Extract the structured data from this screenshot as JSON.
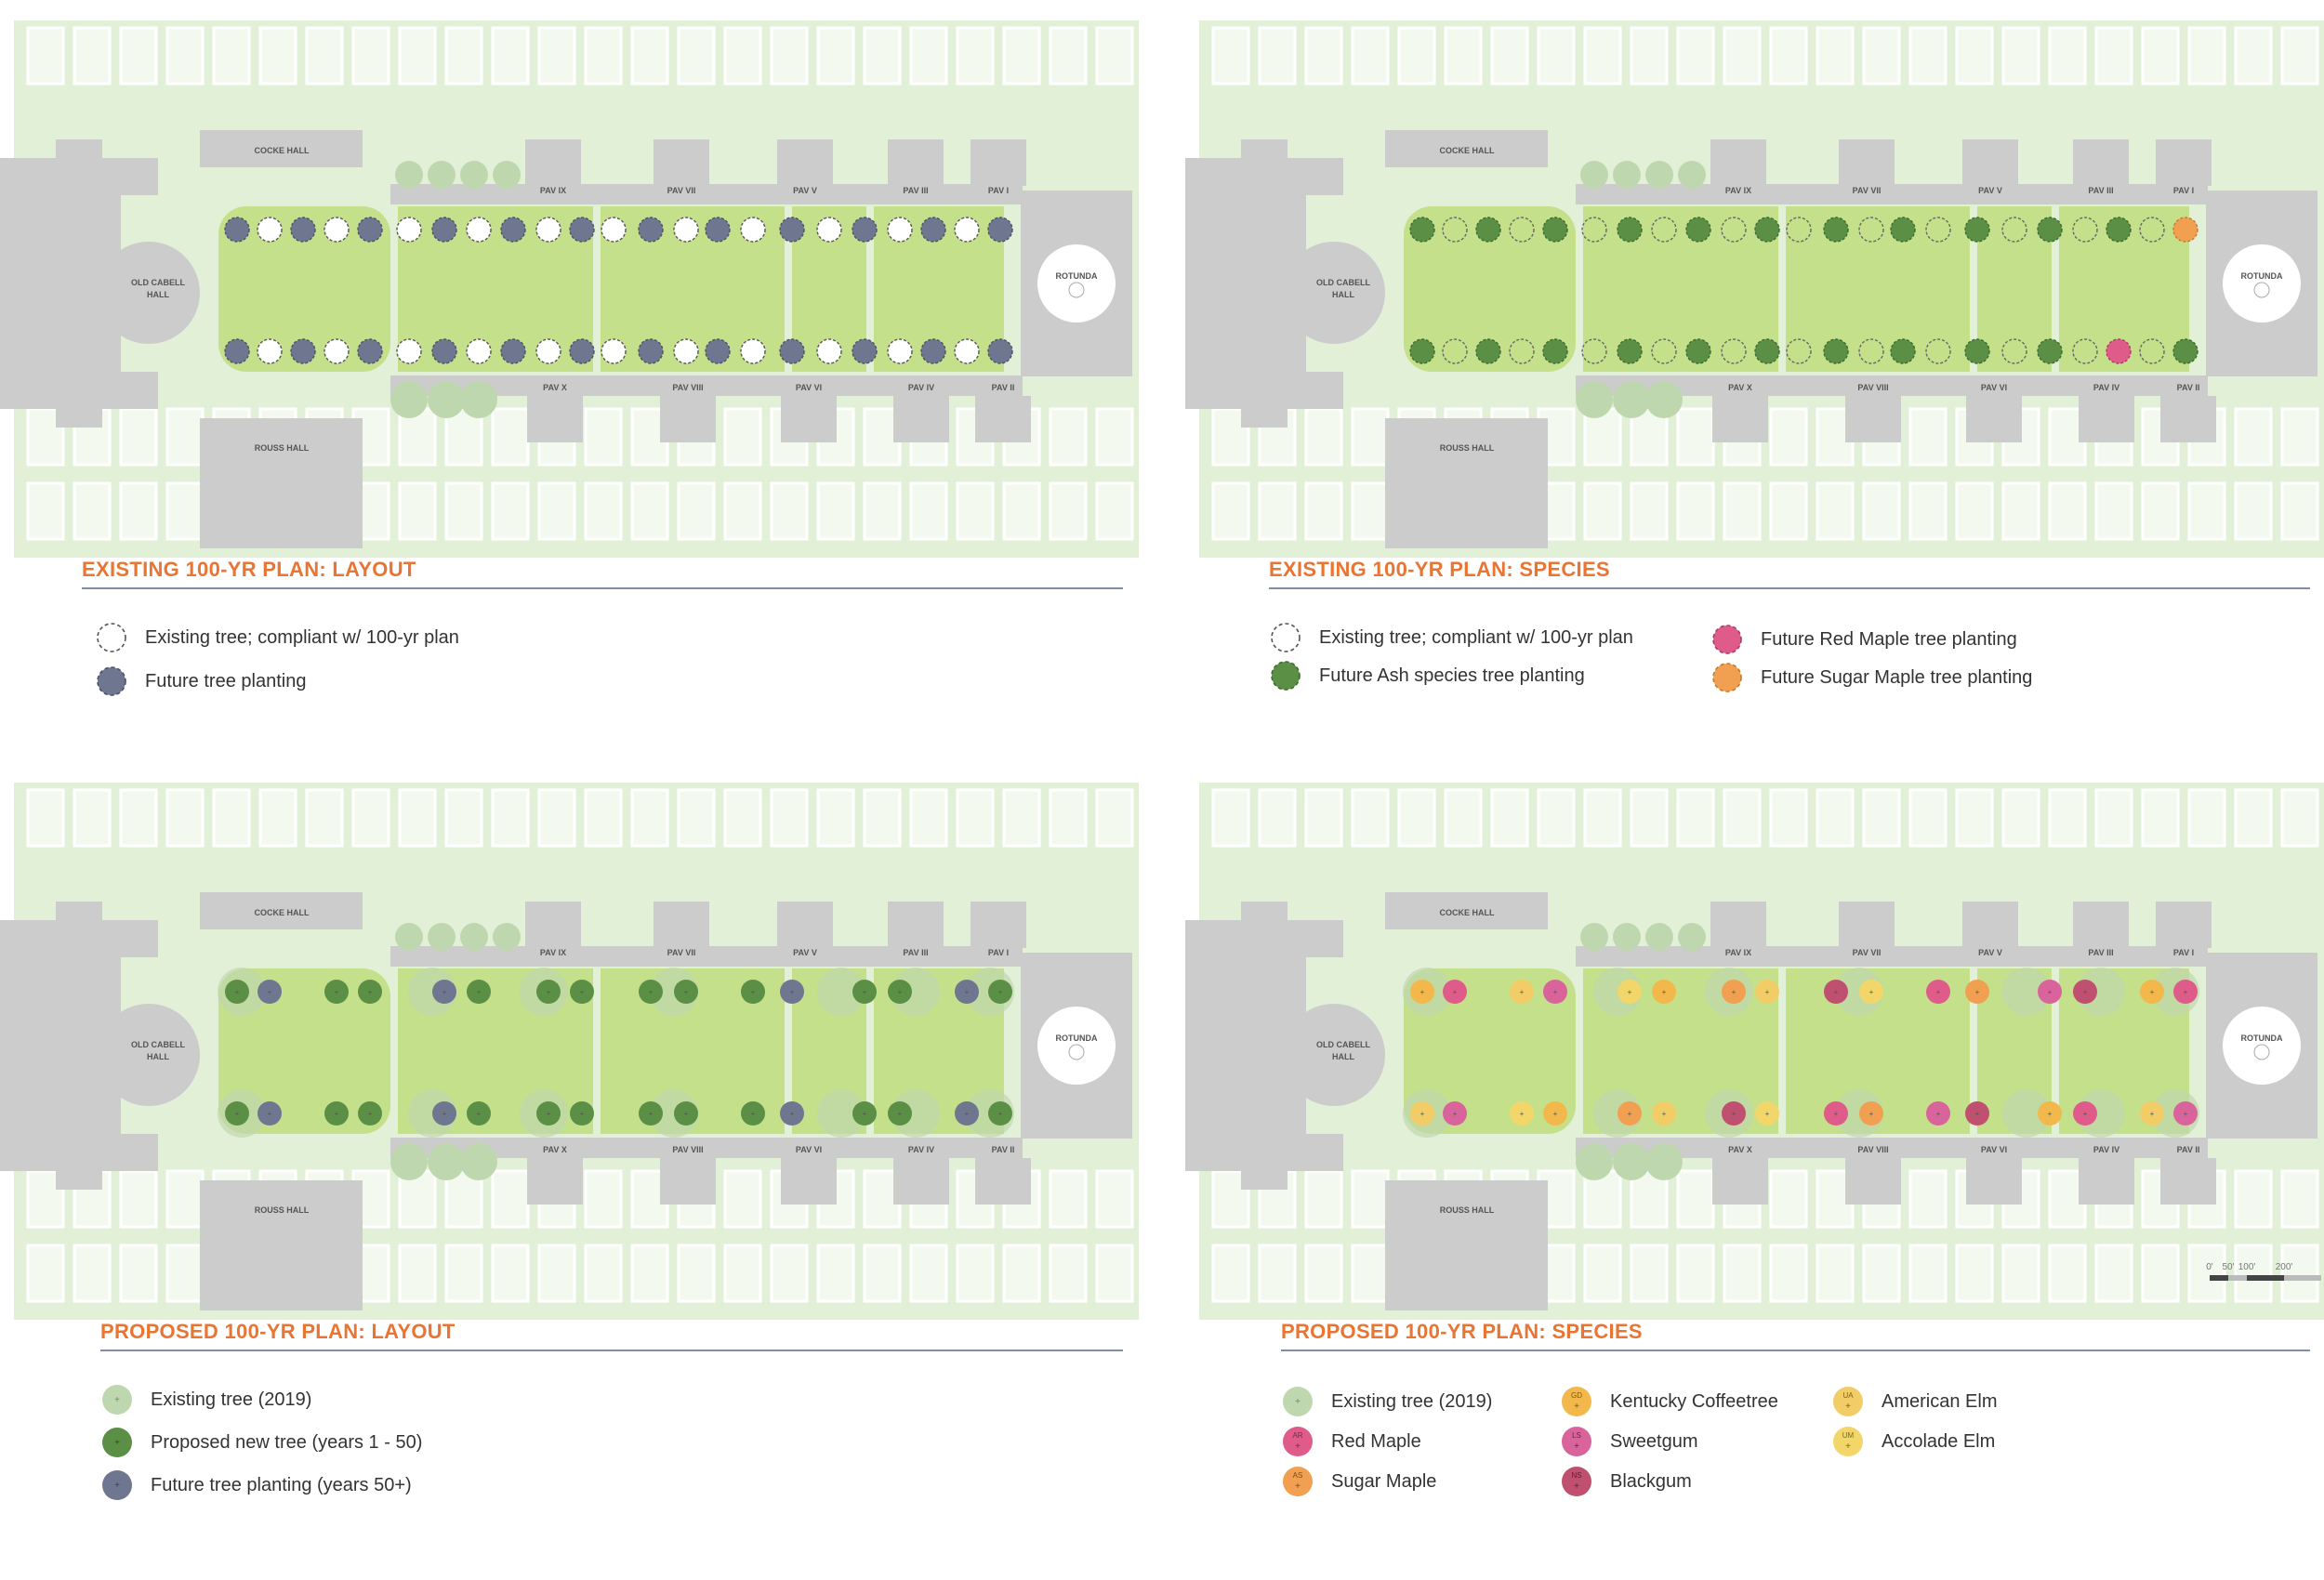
{
  "colors": {
    "background": "#ffffff",
    "campus_green": "#e3f0d8",
    "lawn": "#c5e08a",
    "building": "#cccccc",
    "existing_tree": "#bfd7ae",
    "dark_green": "#5b8f46",
    "slate": "#6f7690",
    "red_maple": "#df5b8a",
    "sugar_maple": "#f0a050",
    "coffeetree": "#f2b84c",
    "sweetgum": "#d9639b",
    "blackgum": "#c0506f",
    "american_elm": "#f2cc66",
    "accolade_elm": "#f2d66a",
    "title_orange": "#ea7432",
    "rule": "#7f8ea6"
  },
  "buildings": {
    "cocke": "COCKE HALL",
    "rouss": "ROUSS HALL",
    "old_cabell_1": "OLD CABELL",
    "old_cabell_2": "HALL",
    "rotunda": "ROTUNDA",
    "north_pavilions": [
      "PAV IX",
      "PAV VII",
      "PAV V",
      "PAV III",
      "PAV I"
    ],
    "south_pavilions": [
      "PAV X",
      "PAV VIII",
      "PAV VI",
      "PAV IV",
      "PAV II"
    ]
  },
  "panels": [
    {
      "title": "EXISTING 100-YR PLAN: LAYOUT",
      "legend": [
        {
          "swatch": "dashed-outline",
          "label": "Existing tree; compliant w/ 100-yr plan"
        },
        {
          "swatch": "slate-tree",
          "label": "Future tree planting"
        }
      ]
    },
    {
      "title": "EXISTING 100-YR PLAN: SPECIES",
      "legend": [
        {
          "swatch": "dashed-outline",
          "label": "Existing tree; compliant w/ 100-yr plan"
        },
        {
          "swatch": "green-tree",
          "label": "Future Ash species tree planting"
        },
        {
          "swatch": "red-tree",
          "label": "Future Red Maple tree planting"
        },
        {
          "swatch": "orange-tree",
          "label": "Future Sugar Maple tree planting"
        }
      ]
    },
    {
      "title": "PROPOSED 100-YR PLAN: LAYOUT",
      "legend": [
        {
          "swatch": "light-circle",
          "label": "Existing tree (2019)"
        },
        {
          "swatch": "green-circle",
          "label": "Proposed new tree (years 1 - 50)"
        },
        {
          "swatch": "slate-circle",
          "label": "Future tree planting (years 50+)"
        }
      ]
    },
    {
      "title": "PROPOSED 100-YR PLAN: SPECIES",
      "legend": [
        {
          "swatch": "light-circle",
          "code": "",
          "label": "Existing tree (2019)"
        },
        {
          "swatch": "red-maple",
          "code": "AR",
          "label": "Red Maple"
        },
        {
          "swatch": "sugar-maple",
          "code": "AS",
          "label": "Sugar Maple"
        },
        {
          "swatch": "coffeetree",
          "code": "GD",
          "label": "Kentucky Coffeetree"
        },
        {
          "swatch": "sweetgum",
          "code": "LS",
          "label": "Sweetgum"
        },
        {
          "swatch": "blackgum",
          "code": "NS",
          "label": "Blackgum"
        },
        {
          "swatch": "american-elm",
          "code": "UA",
          "label": "American Elm"
        },
        {
          "swatch": "accolade-elm",
          "code": "UM",
          "label": "Accolade Elm"
        }
      ]
    }
  ],
  "scale_bar": {
    "labels": [
      "0'",
      "50'",
      "100'",
      "200'"
    ]
  }
}
